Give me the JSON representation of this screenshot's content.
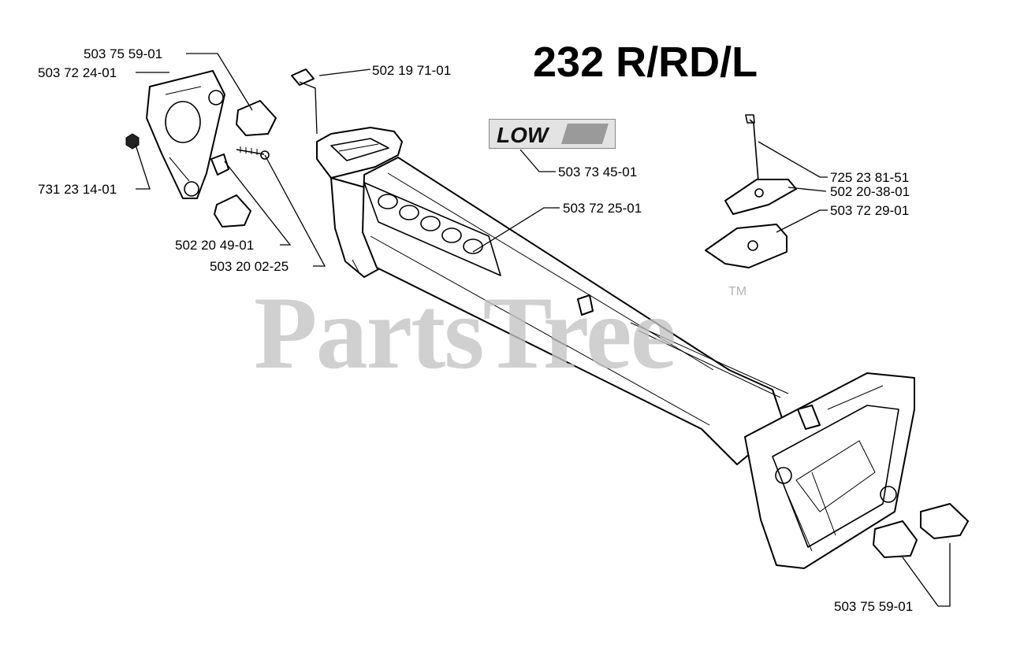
{
  "title": "232 R/RD/L",
  "watermark": "PartsTree",
  "trademark": "TM",
  "badge": {
    "text": "LOW",
    "icon": "low-vib-logo-icon"
  },
  "parts": [
    {
      "id": "p1",
      "number": "503 75 59-01"
    },
    {
      "id": "p2",
      "number": "503 72 24-01"
    },
    {
      "id": "p3",
      "number": "502 19 71-01"
    },
    {
      "id": "p4",
      "number": "731 23 14-01"
    },
    {
      "id": "p5",
      "number": "503 73 45-01"
    },
    {
      "id": "p6",
      "number": "725 23 81-51"
    },
    {
      "id": "p7",
      "number": "502 20-38-01"
    },
    {
      "id": "p8",
      "number": "503 72 25-01"
    },
    {
      "id": "p9",
      "number": "503 72 29-01"
    },
    {
      "id": "p10",
      "number": "502 20 49-01"
    },
    {
      "id": "p11",
      "number": "503 20 02-25"
    },
    {
      "id": "p12",
      "number": "503 75 59-01"
    }
  ],
  "colors": {
    "line": "#000000",
    "watermark": "#c4c4c4"
  }
}
